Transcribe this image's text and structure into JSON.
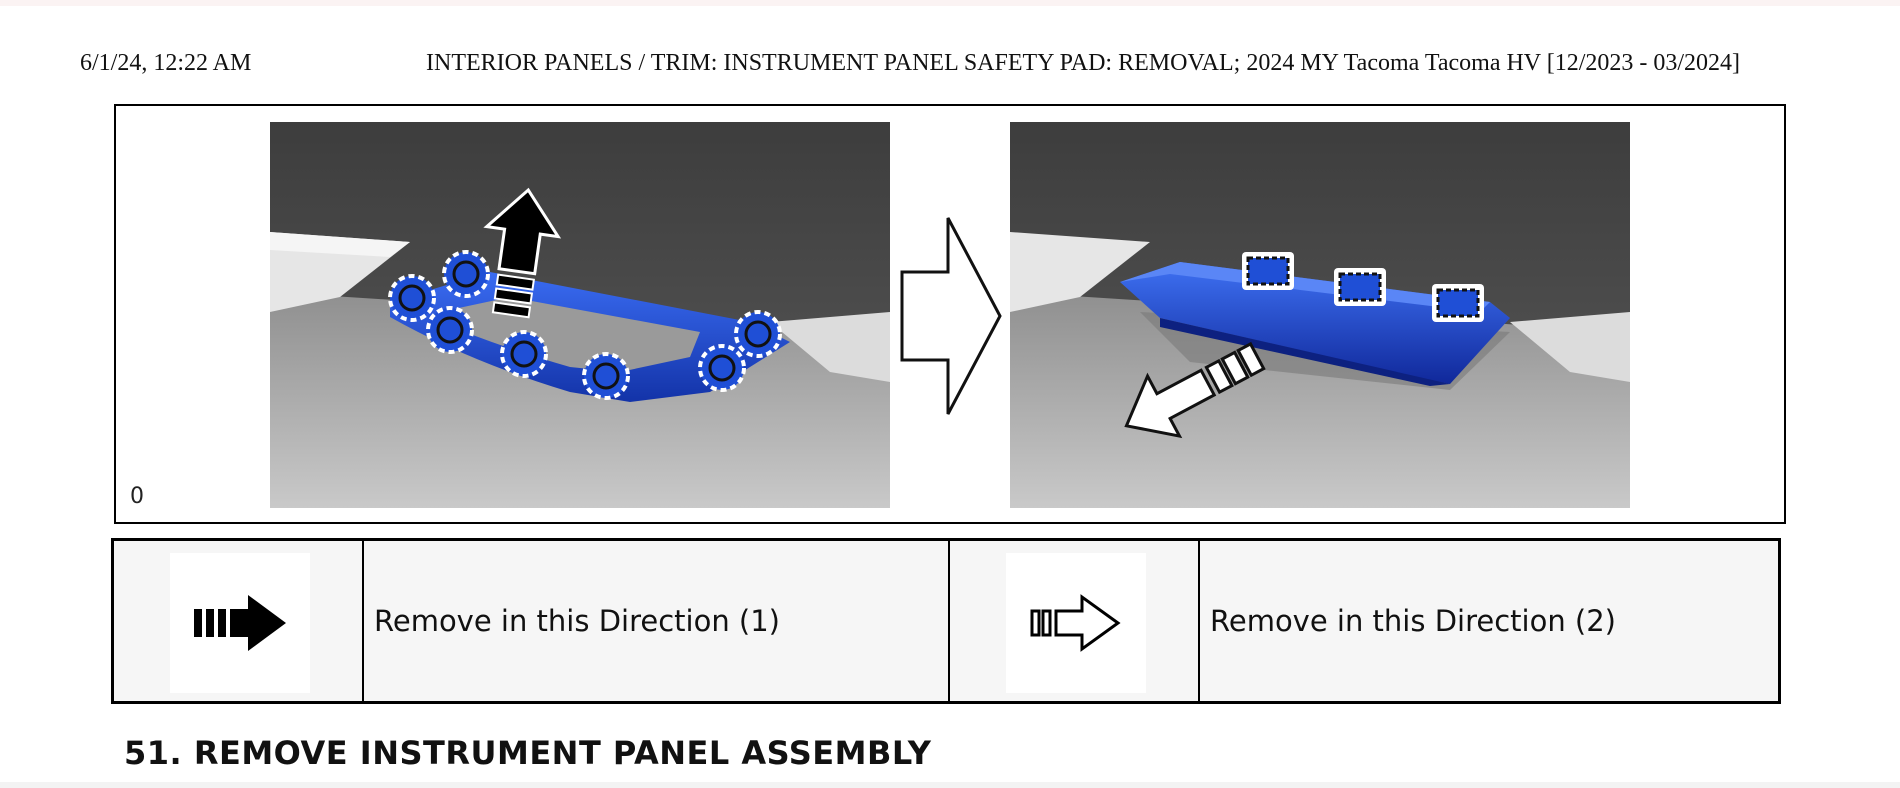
{
  "header": {
    "date": "6/1/24, 12:22 AM",
    "title": "INTERIOR PANELS / TRIM: INSTRUMENT PANEL SAFETY PAD: REMOVAL; 2024 MY Tacoma Tacoma HV [12/2023 - 03/2024]"
  },
  "figure": {
    "id_label": "0",
    "panels": [
      {
        "name": "clip-release-view",
        "icons": [
          "clip-icon",
          "remove-direction-1-icon"
        ]
      },
      {
        "name": "panel-removed-view",
        "icons": [
          "claw-icon",
          "remove-direction-2-icon"
        ]
      }
    ],
    "colors": {
      "part": "#1f4fd6",
      "background_dark": "#4a4a4a",
      "background_light": "#bdbdbd"
    }
  },
  "legend": {
    "items": [
      {
        "icon": "solid-arrow-icon",
        "label": "Remove in this Direction (1)"
      },
      {
        "icon": "hollow-arrow-icon",
        "label": "Remove in this Direction (2)"
      }
    ]
  },
  "step": {
    "heading": "51. REMOVE INSTRUMENT PANEL ASSEMBLY"
  }
}
